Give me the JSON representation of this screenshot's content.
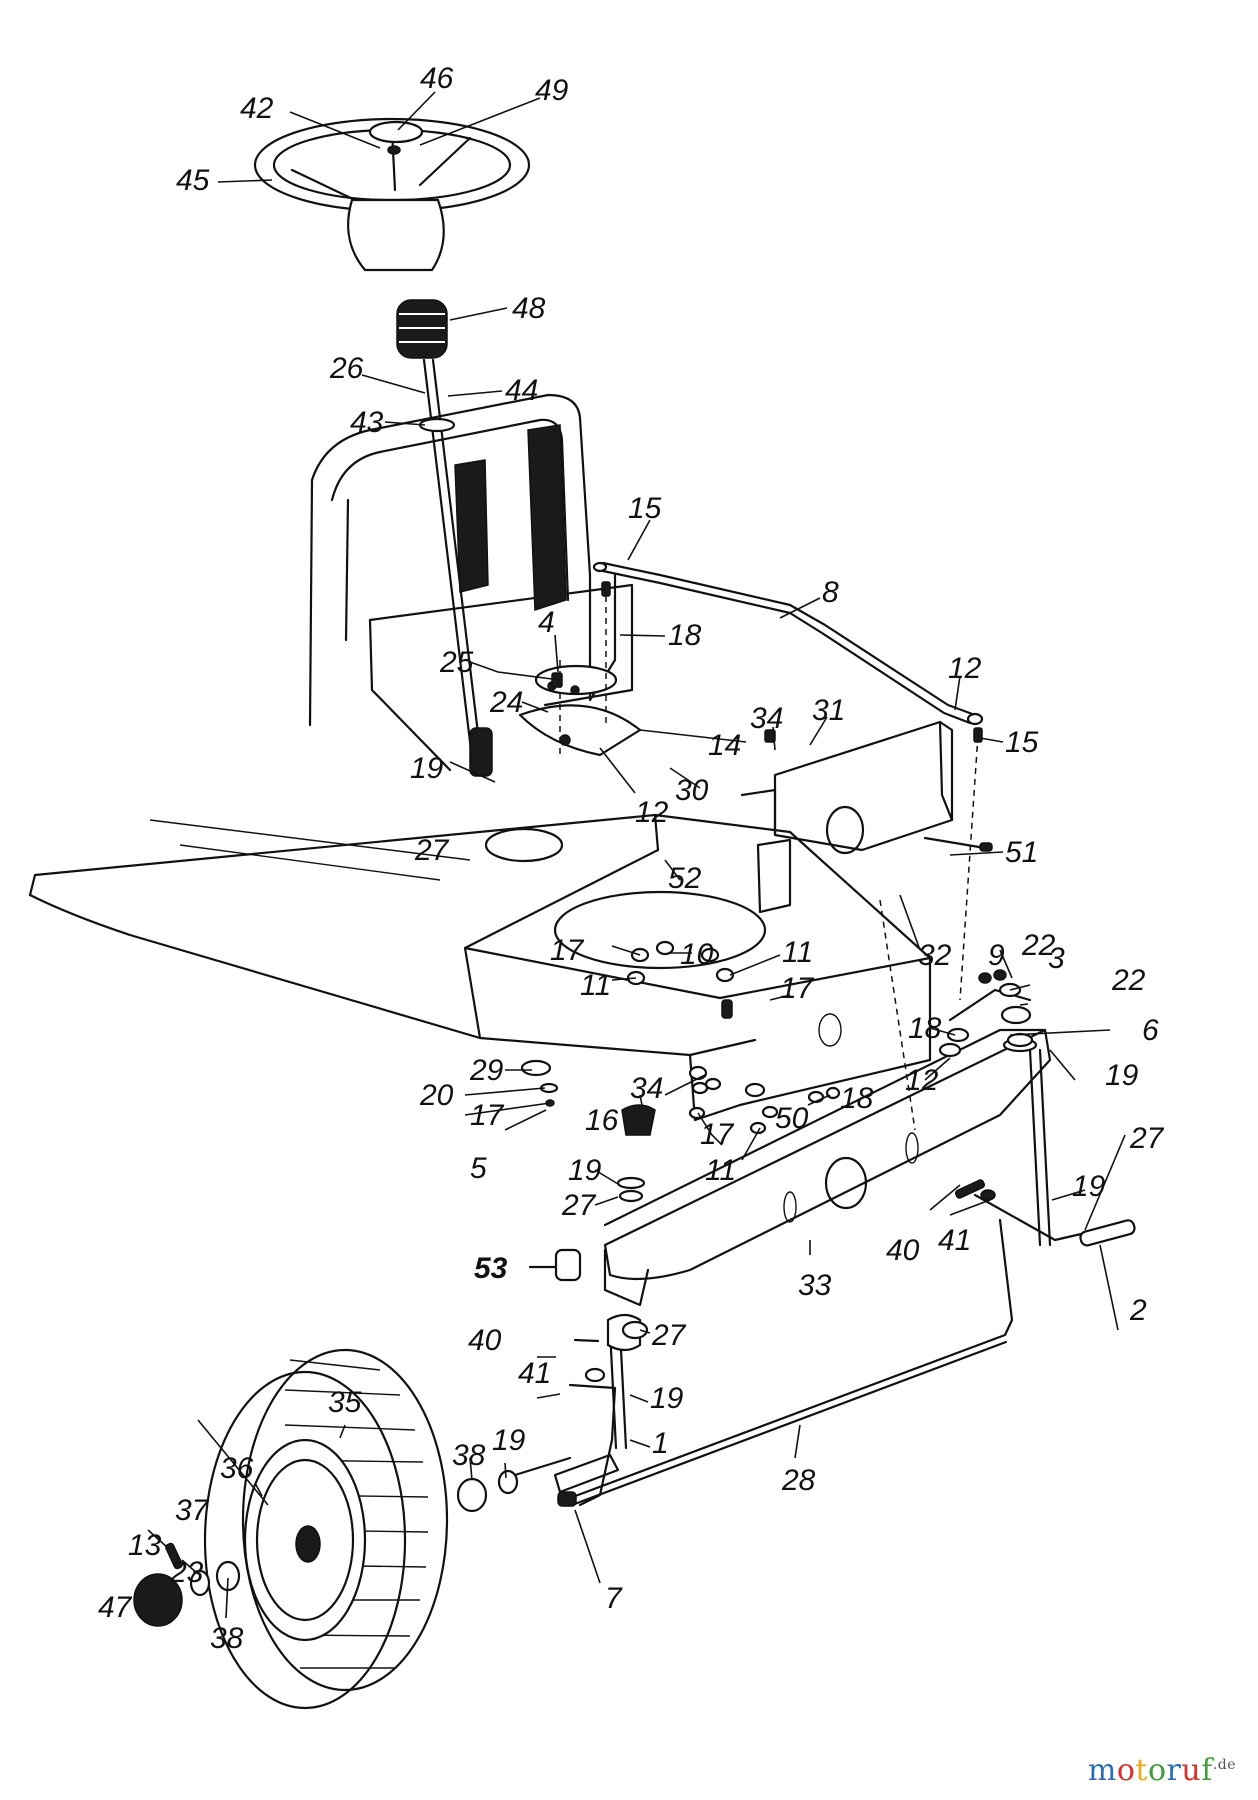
{
  "diagram": {
    "type": "exploded parts diagram",
    "labels": [
      {
        "id": "46",
        "text": "46"
      },
      {
        "id": "42",
        "text": "42"
      },
      {
        "id": "49",
        "text": "49"
      },
      {
        "id": "45",
        "text": "45"
      },
      {
        "id": "48",
        "text": "48"
      },
      {
        "id": "26",
        "text": "26"
      },
      {
        "id": "44",
        "text": "44"
      },
      {
        "id": "43",
        "text": "43"
      },
      {
        "id": "15a",
        "text": "15"
      },
      {
        "id": "8",
        "text": "8"
      },
      {
        "id": "4",
        "text": "4"
      },
      {
        "id": "18a",
        "text": "18"
      },
      {
        "id": "25",
        "text": "25"
      },
      {
        "id": "12a",
        "text": "12"
      },
      {
        "id": "15b",
        "text": "15"
      },
      {
        "id": "24",
        "text": "24"
      },
      {
        "id": "14",
        "text": "14"
      },
      {
        "id": "34a",
        "text": "34"
      },
      {
        "id": "31",
        "text": "31"
      },
      {
        "id": "19a",
        "text": "19"
      },
      {
        "id": "30",
        "text": "30"
      },
      {
        "id": "12b",
        "text": "12"
      },
      {
        "id": "27a",
        "text": "27"
      },
      {
        "id": "51",
        "text": "51"
      },
      {
        "id": "52",
        "text": "52"
      },
      {
        "id": "17a",
        "text": "17"
      },
      {
        "id": "10",
        "text": "10"
      },
      {
        "id": "11a",
        "text": "11"
      },
      {
        "id": "11b",
        "text": "11"
      },
      {
        "id": "32",
        "text": "32"
      },
      {
        "id": "9",
        "text": "9"
      },
      {
        "id": "22a",
        "text": "22"
      },
      {
        "id": "3",
        "text": "3"
      },
      {
        "id": "22b",
        "text": "22"
      },
      {
        "id": "17b",
        "text": "17"
      },
      {
        "id": "18b",
        "text": "18"
      },
      {
        "id": "6",
        "text": "6"
      },
      {
        "id": "29",
        "text": "29"
      },
      {
        "id": "12c",
        "text": "12"
      },
      {
        "id": "19b",
        "text": "19"
      },
      {
        "id": "20",
        "text": "20"
      },
      {
        "id": "34b",
        "text": "34"
      },
      {
        "id": "18c",
        "text": "18"
      },
      {
        "id": "17c",
        "text": "17"
      },
      {
        "id": "17d",
        "text": "17"
      },
      {
        "id": "50",
        "text": "50"
      },
      {
        "id": "27b",
        "text": "27"
      },
      {
        "id": "5",
        "text": "5"
      },
      {
        "id": "16",
        "text": "16"
      },
      {
        "id": "11c",
        "text": "11"
      },
      {
        "id": "19c",
        "text": "19"
      },
      {
        "id": "27c",
        "text": "27"
      },
      {
        "id": "19d",
        "text": "19"
      },
      {
        "id": "40a",
        "text": "40"
      },
      {
        "id": "41a",
        "text": "41"
      },
      {
        "id": "53",
        "text": "53"
      },
      {
        "id": "33",
        "text": "33"
      },
      {
        "id": "2",
        "text": "2"
      },
      {
        "id": "40b",
        "text": "40"
      },
      {
        "id": "27d",
        "text": "27"
      },
      {
        "id": "41b",
        "text": "41"
      },
      {
        "id": "35",
        "text": "35"
      },
      {
        "id": "19e",
        "text": "19"
      },
      {
        "id": "36",
        "text": "36"
      },
      {
        "id": "38a",
        "text": "38"
      },
      {
        "id": "19f",
        "text": "19"
      },
      {
        "id": "1",
        "text": "1"
      },
      {
        "id": "28",
        "text": "28"
      },
      {
        "id": "37",
        "text": "37"
      },
      {
        "id": "13",
        "text": "13"
      },
      {
        "id": "23",
        "text": "23"
      },
      {
        "id": "7",
        "text": "7"
      },
      {
        "id": "47",
        "text": "47"
      },
      {
        "id": "38b",
        "text": "38"
      }
    ]
  },
  "watermark": {
    "text": "motoruf",
    "suffix": ".de",
    "colors": [
      "#2a6ebb",
      "#d9302b",
      "#f2a81d",
      "#3f9d3a",
      "#2a6ebb",
      "#d9302b",
      "#3f9d3a"
    ]
  }
}
